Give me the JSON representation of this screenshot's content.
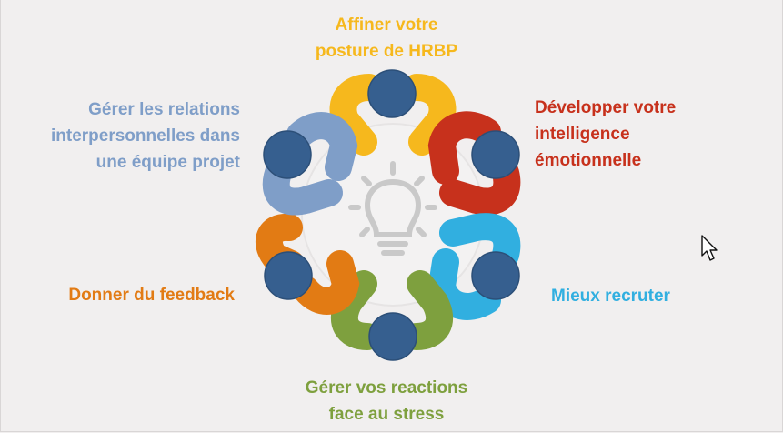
{
  "colors": {
    "posture": "#f6b81d",
    "intelligence": "#c7311c",
    "recruter": "#31afe0",
    "stress": "#7ea03e",
    "feedback": "#e27b14",
    "relations": "#7f9ec8",
    "head": "#365f8f",
    "bulb": "#c9c9c9"
  },
  "labels": {
    "posture": [
      "Affiner votre",
      "posture de HRBP"
    ],
    "intelligence": [
      "Développer votre",
      "intelligence",
      "émotionnelle"
    ],
    "recruter": [
      "Mieux recruter"
    ],
    "stress": [
      "Gérer vos reactions",
      "face au stress"
    ],
    "feedback": [
      "Donner du feedback"
    ],
    "relations": [
      "Gérer les relations",
      "interpersonnelles dans",
      "une équipe projet"
    ]
  },
  "icons": {
    "center": "lightbulb-icon",
    "cursor": "mouse-pointer-icon"
  }
}
